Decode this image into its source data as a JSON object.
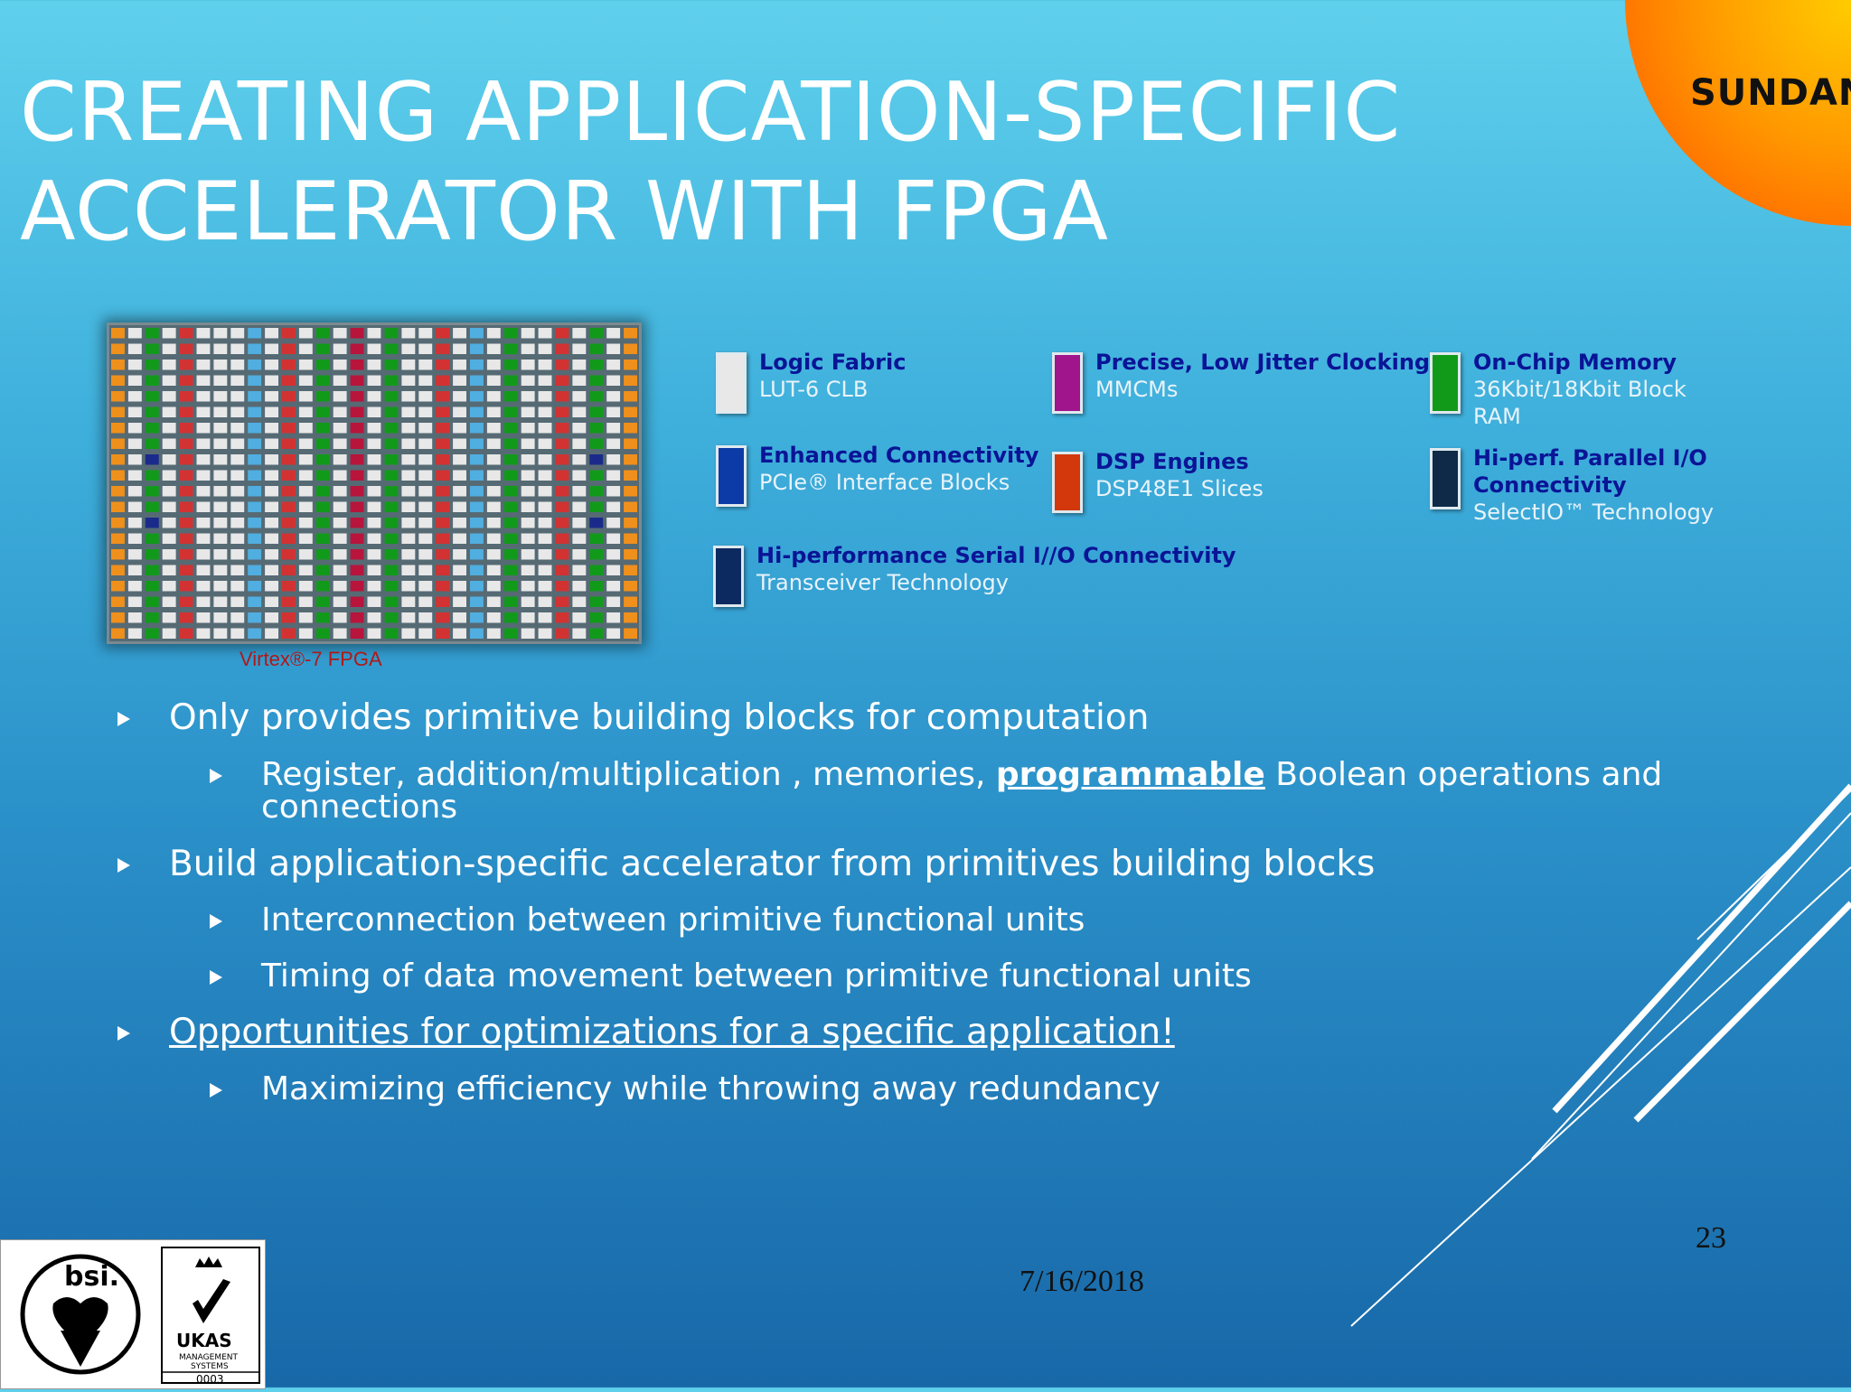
{
  "slide": {
    "title_line1": "CREATING APPLICATION-SPECIFIC",
    "title_line2": "ACCELERATOR WITH FPGA",
    "brand": "SUNDANCE",
    "chip_caption": "Virtex®-7 FPGA",
    "date": "7/16/2018",
    "page_number": "23"
  },
  "legend": [
    {
      "title": "Logic Fabric",
      "sub": [
        "LUT-6 CLB"
      ],
      "color": "#e8e8e8"
    },
    {
      "title": "Precise, Low Jitter Clocking",
      "sub": [
        "MMCMs"
      ],
      "color": "#a0148c"
    },
    {
      "title": "On-Chip Memory",
      "sub": [
        "36Kbit/18Kbit Block",
        "RAM"
      ],
      "color": "#119a1a"
    },
    {
      "title": "Enhanced Connectivity",
      "sub": [
        "PCIe®  Interface Blocks"
      ],
      "color": "#0c3aa6"
    },
    {
      "title": "DSP Engines",
      "sub": [
        "DSP48E1 Slices"
      ],
      "color": "#d2380c"
    },
    {
      "title": "Hi-perf. Parallel I/O",
      "title2": "Connectivity",
      "sub": [
        "SelectIO™ Technology"
      ],
      "color": "#0e2a48"
    },
    {
      "title": "Hi-performance Serial I//O Connectivity",
      "sub": [
        "Transceiver Technology"
      ],
      "color": "#0c2a60"
    }
  ],
  "bullets": {
    "b1": "Only provides primitive building blocks for computation",
    "b1_1_pre": "Register, addition/multiplication , memories, ",
    "b1_1_em": "programmable",
    "b1_1_post": " Boolean operations and",
    "b1_1_line2": "connections",
    "b2": "Build application-specific accelerator from primitives building blocks",
    "b2_1": "Interconnection between primitive functional units",
    "b2_2": "Timing of data movement between primitive functional units",
    "b3": "Opportunities for optimizations for a specific application!",
    "b3_1": "Maximizing efficiency while throwing away redundancy"
  },
  "certs": {
    "bsi": "bsi.",
    "ukas": "UKAS",
    "ukas_sub1": "MANAGEMENT",
    "ukas_sub2": "SYSTEMS",
    "ukas_num": "0003"
  },
  "colors": {
    "column_palette": [
      "#f0901c",
      "#e8e8e8",
      "#119a1a",
      "#d23232",
      "#e8e8e8",
      "#50aee0",
      "#b8143c"
    ]
  }
}
